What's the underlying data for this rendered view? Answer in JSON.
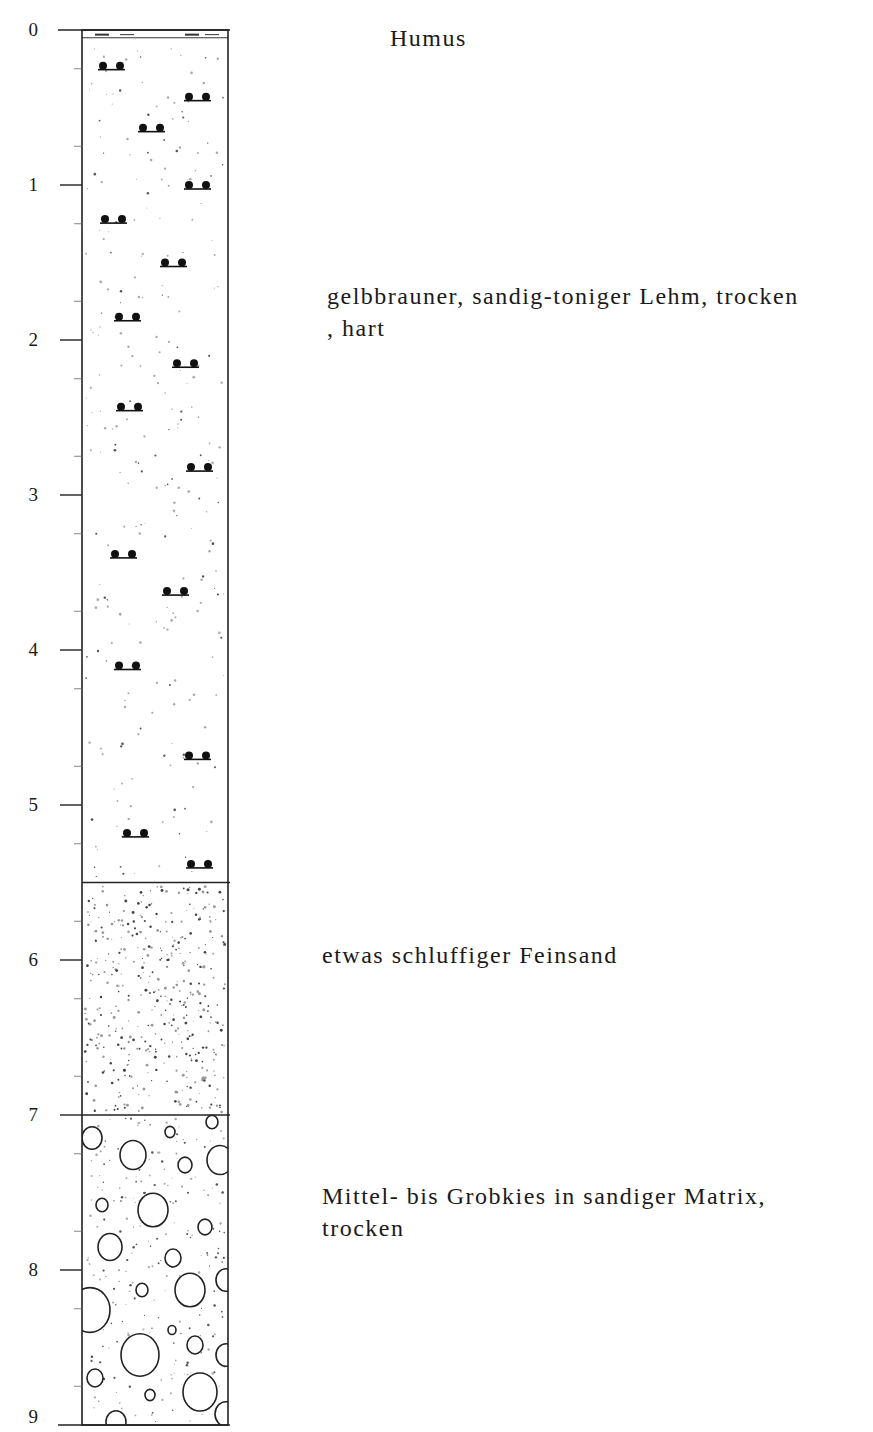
{
  "diagram": {
    "labels": [
      "0",
      "1",
      "2",
      "3",
      "4",
      "5",
      "6",
      "7",
      "8",
      "9",
      "Humus",
      "gelbbrauner, sandig-toniger Lehm, trocken , hart",
      "etwas schluffiger Feinsand",
      "Mittel- bis Grobkies in sandiger Matrix, trocken"
    ]
  }
}
